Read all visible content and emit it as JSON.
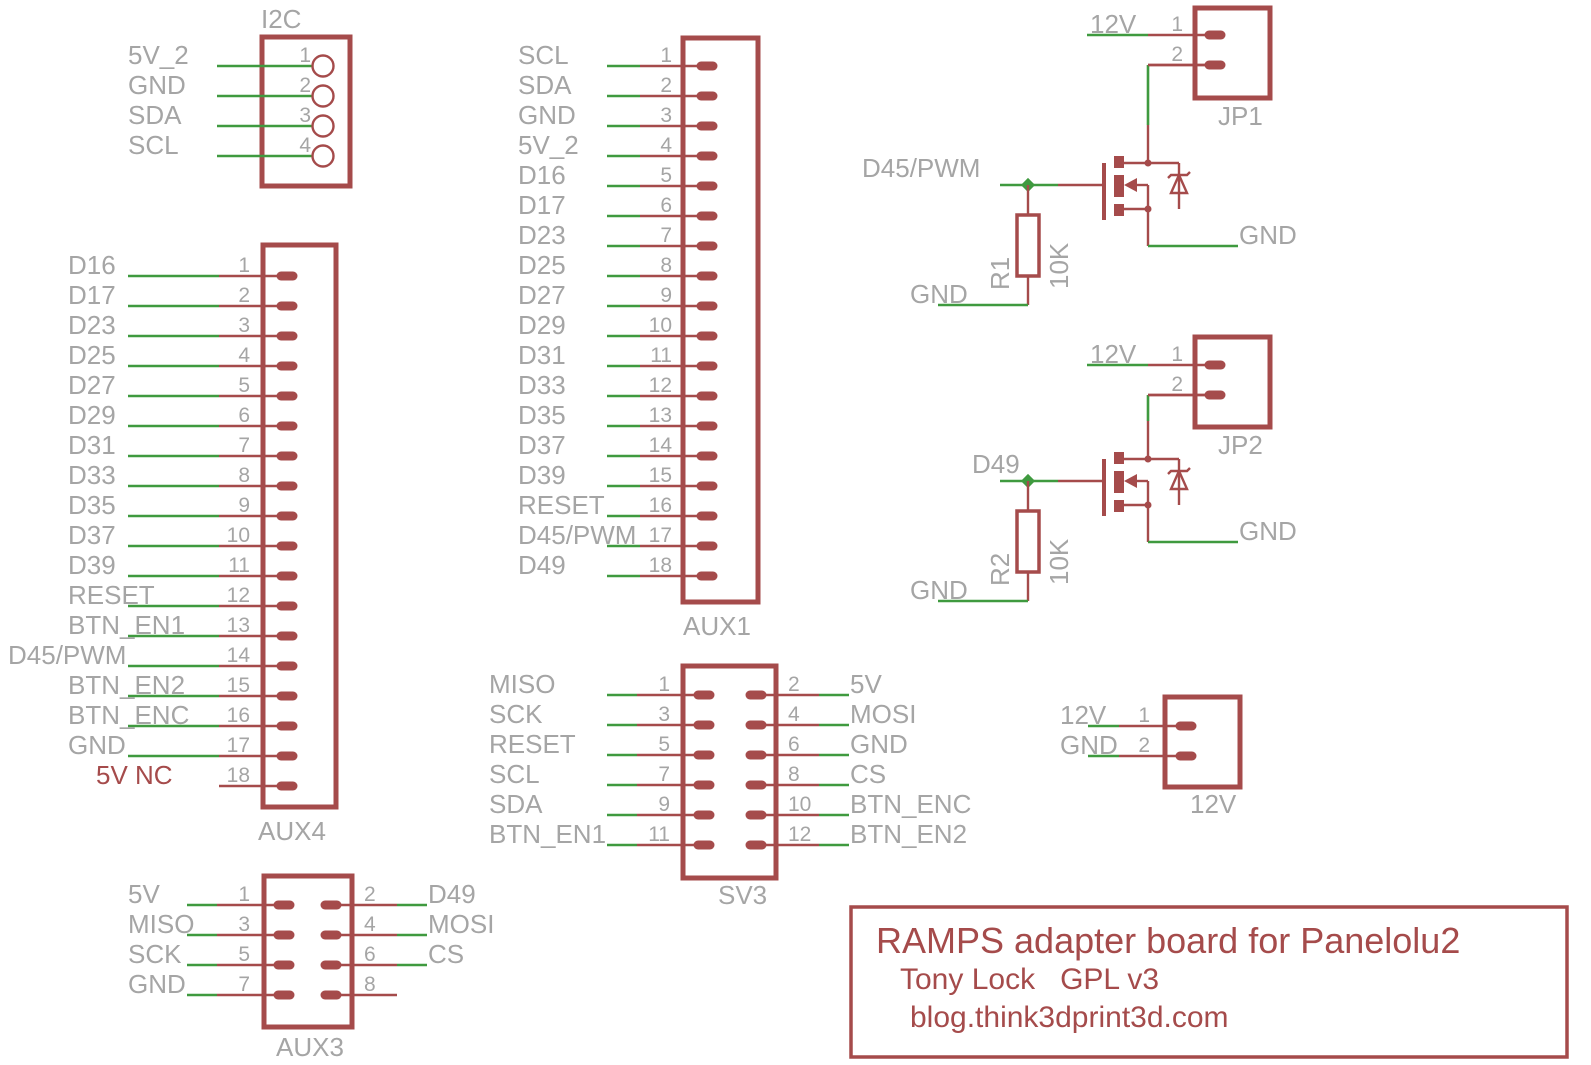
{
  "colors": {
    "component": "#a54b4b",
    "net": "#3f9a3f",
    "label": "#a5a5a5",
    "background": "#ffffff"
  },
  "connectors": {
    "i2c": {
      "name": "I2C",
      "pins": [
        {
          "num": "1",
          "net": "5V_2"
        },
        {
          "num": "2",
          "net": "GND"
        },
        {
          "num": "3",
          "net": "SDA"
        },
        {
          "num": "4",
          "net": "SCL"
        }
      ]
    },
    "aux4": {
      "name": "AUX4",
      "pins": [
        {
          "num": "1",
          "net": "D16"
        },
        {
          "num": "2",
          "net": "D17"
        },
        {
          "num": "3",
          "net": "D23"
        },
        {
          "num": "4",
          "net": "D25"
        },
        {
          "num": "5",
          "net": "D27"
        },
        {
          "num": "6",
          "net": "D29"
        },
        {
          "num": "7",
          "net": "D31"
        },
        {
          "num": "8",
          "net": "D33"
        },
        {
          "num": "9",
          "net": "D35"
        },
        {
          "num": "10",
          "net": "D37"
        },
        {
          "num": "11",
          "net": "D39"
        },
        {
          "num": "12",
          "net": "RESET"
        },
        {
          "num": "13",
          "net": "BTN_EN1"
        },
        {
          "num": "14",
          "net": "D45/PWM"
        },
        {
          "num": "15",
          "net": "BTN_EN2"
        },
        {
          "num": "16",
          "net": "BTN_ENC"
        },
        {
          "num": "17",
          "net": "GND"
        },
        {
          "num": "18",
          "net": "5V NC"
        }
      ]
    },
    "aux1": {
      "name": "AUX1",
      "pins": [
        {
          "num": "1",
          "net": "SCL"
        },
        {
          "num": "2",
          "net": "SDA"
        },
        {
          "num": "3",
          "net": "GND"
        },
        {
          "num": "4",
          "net": "5V_2"
        },
        {
          "num": "5",
          "net": "D16"
        },
        {
          "num": "6",
          "net": "D17"
        },
        {
          "num": "7",
          "net": "D23"
        },
        {
          "num": "8",
          "net": "D25"
        },
        {
          "num": "9",
          "net": "D27"
        },
        {
          "num": "10",
          "net": "D29"
        },
        {
          "num": "11",
          "net": "D31"
        },
        {
          "num": "12",
          "net": "D33"
        },
        {
          "num": "13",
          "net": "D35"
        },
        {
          "num": "14",
          "net": "D37"
        },
        {
          "num": "15",
          "net": "D39"
        },
        {
          "num": "16",
          "net": "RESET"
        },
        {
          "num": "17",
          "net": "D45/PWM"
        },
        {
          "num": "18",
          "net": "D49"
        }
      ]
    },
    "aux3": {
      "name": "AUX3",
      "left": [
        {
          "num": "1",
          "net": "5V"
        },
        {
          "num": "3",
          "net": "MISO"
        },
        {
          "num": "5",
          "net": "SCK"
        },
        {
          "num": "7",
          "net": "GND"
        }
      ],
      "right": [
        {
          "num": "2",
          "net": "D49"
        },
        {
          "num": "4",
          "net": "MOSI"
        },
        {
          "num": "6",
          "net": "CS"
        },
        {
          "num": "8",
          "net": ""
        }
      ]
    },
    "sv3": {
      "name": "SV3",
      "left": [
        {
          "num": "1",
          "net": "MISO"
        },
        {
          "num": "3",
          "net": "SCK"
        },
        {
          "num": "5",
          "net": "RESET"
        },
        {
          "num": "7",
          "net": "SCL"
        },
        {
          "num": "9",
          "net": "SDA"
        },
        {
          "num": "11",
          "net": "BTN_EN1"
        }
      ],
      "right": [
        {
          "num": "2",
          "net": "5V"
        },
        {
          "num": "4",
          "net": "MOSI"
        },
        {
          "num": "6",
          "net": "GND"
        },
        {
          "num": "8",
          "net": "CS"
        },
        {
          "num": "10",
          "net": "BTN_ENC"
        },
        {
          "num": "12",
          "net": "BTN_EN2"
        }
      ]
    },
    "jp1": {
      "name": "JP1",
      "pins": [
        {
          "num": "1",
          "net": "12V"
        },
        {
          "num": "2",
          "net": ""
        }
      ]
    },
    "jp2": {
      "name": "JP2",
      "pins": [
        {
          "num": "1",
          "net": "12V"
        },
        {
          "num": "2",
          "net": ""
        }
      ]
    },
    "pwr": {
      "name": "12V",
      "pins": [
        {
          "num": "1",
          "net": "12V"
        },
        {
          "num": "2",
          "net": "GND"
        }
      ]
    }
  },
  "mosfet_stages": [
    {
      "gate_net": "D45/PWM",
      "resistor": "R1",
      "value": "10K",
      "gnd_left": "GND",
      "gnd_right": "GND"
    },
    {
      "gate_net": "D49",
      "resistor": "R2",
      "value": "10K",
      "gnd_left": "GND",
      "gnd_right": "GND"
    }
  ],
  "title_block": {
    "title": "RAMPS adapter board for Panelolu2",
    "author_line": "Tony Lock   GPL v3",
    "url": "blog.think3dprint3d.com"
  }
}
